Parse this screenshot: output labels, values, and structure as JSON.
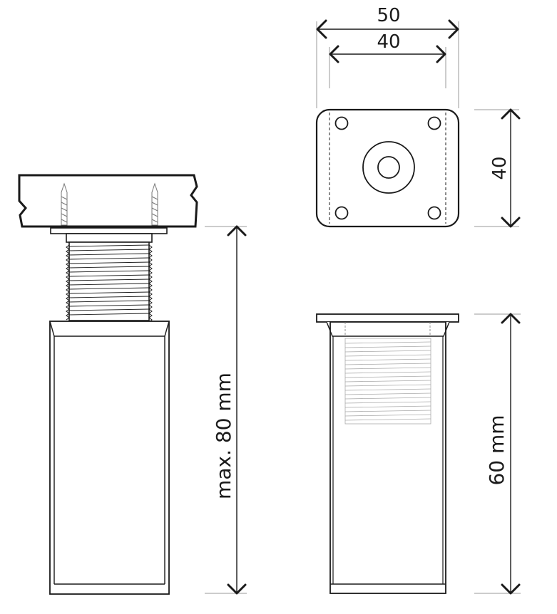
{
  "dimensions": {
    "plate_width": "50",
    "hole_spacing": "40",
    "plate_depth": "40",
    "max_height": "max. 80 mm",
    "body_height": "60 mm"
  },
  "colors": {
    "line": "#1a1a1a",
    "thin_line": "#555555",
    "wood_fill": "#ffffff"
  }
}
